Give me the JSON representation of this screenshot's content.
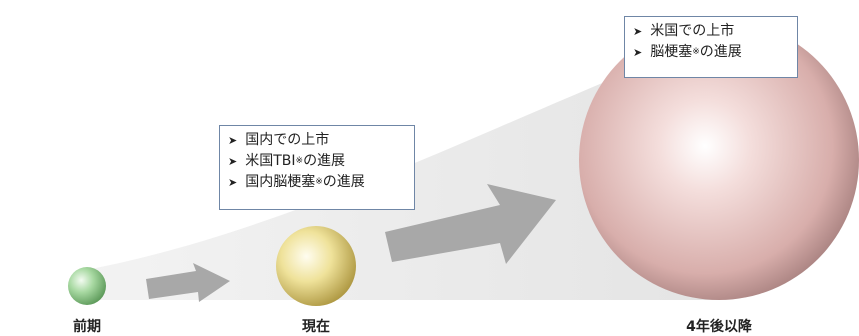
{
  "stages": [
    {
      "label": "前期",
      "color": "#9fd39a"
    },
    {
      "label": "現在",
      "color": "#ecdf8e"
    },
    {
      "label": "4年後以降",
      "color": "#e8c4c2"
    }
  ],
  "current_box": {
    "items": [
      {
        "text": "国内での上市",
        "note": "",
        "suffix": ""
      },
      {
        "text": "米国TBI",
        "note": "※",
        "suffix": "の進展"
      },
      {
        "text": "国内脳梗塞",
        "note": "※",
        "suffix": "の進展"
      }
    ]
  },
  "future_box": {
    "items": [
      {
        "text": "米国での上市",
        "note": "",
        "suffix": ""
      },
      {
        "text": "脳梗塞",
        "note": "※",
        "suffix": "の進展"
      }
    ]
  }
}
